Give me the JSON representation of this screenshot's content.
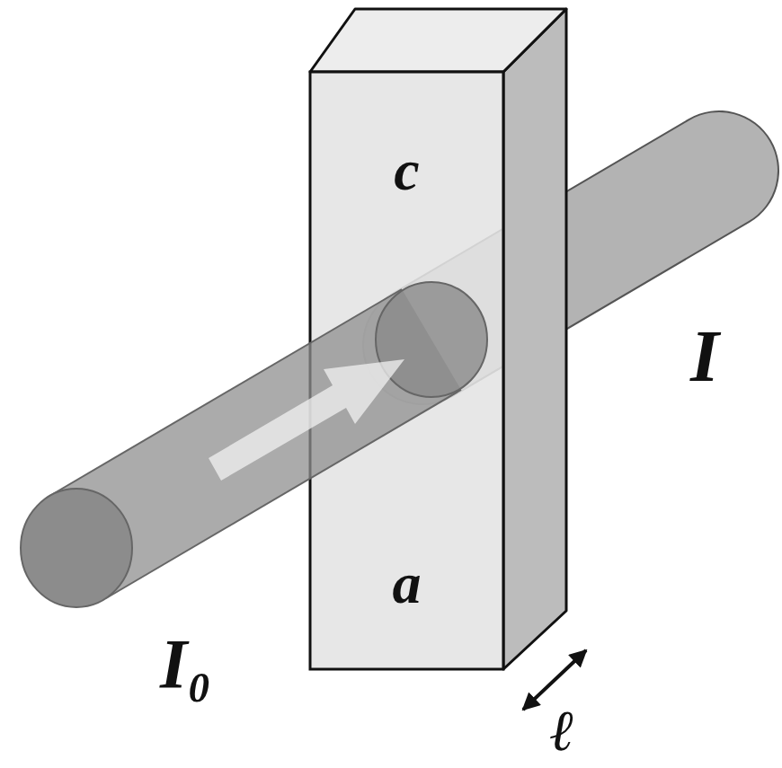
{
  "diagram": {
    "nodes": [
      {
        "text": [
          "c",
          "a"
        ]
      }
    ],
    "labels": [
      "I₀",
      "I",
      "ℓ"
    ]
  }
}
